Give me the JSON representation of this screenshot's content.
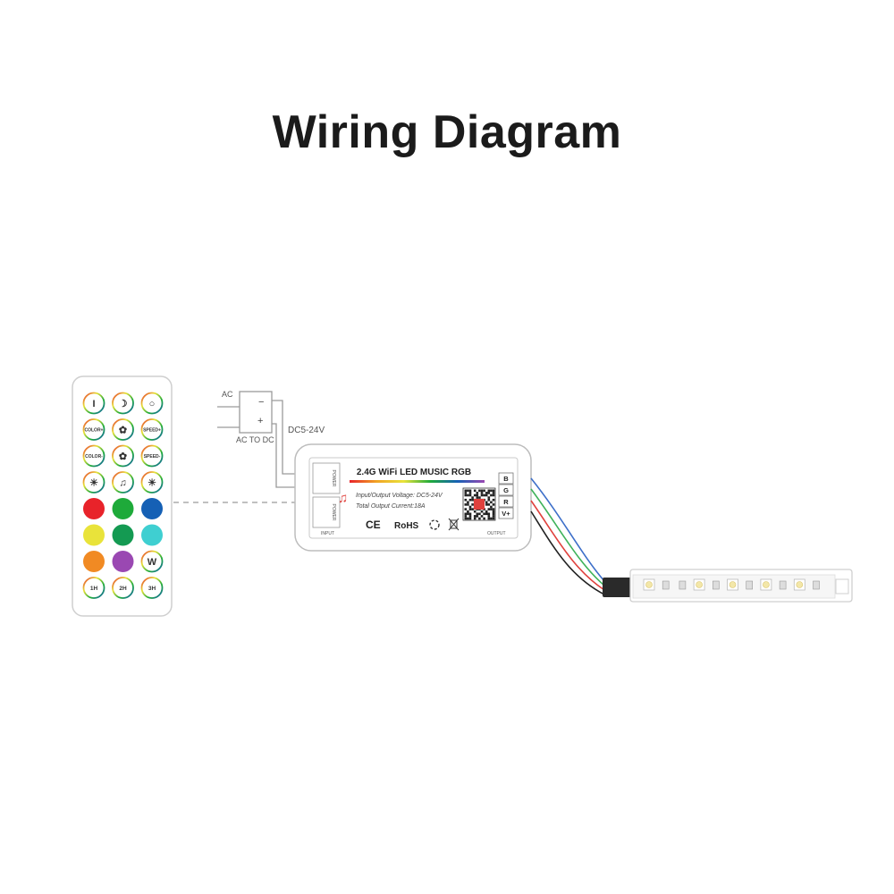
{
  "title": "Wiring Diagram",
  "adapter": {
    "ac_label": "AC",
    "minus": "−",
    "plus": "+",
    "caption": "AC TO DC",
    "voltage_label": "DC5-24V"
  },
  "controller": {
    "name": "2.4G WiFi LED MUSIC RGB",
    "spec_voltage": "Input/Output Voltage: DC5-24V",
    "spec_current": "Total Output Current:18A",
    "cert_ce": "CE",
    "cert_rohs": "RoHS",
    "input_label": "INPUT",
    "output_label": "OUTPUT",
    "power_label": "POWER",
    "output_pins": [
      "B",
      "G",
      "R",
      "V+"
    ]
  },
  "remote": {
    "rows": [
      [
        {
          "label": "I",
          "kind": "ring"
        },
        {
          "label": "☽",
          "kind": "ring"
        },
        {
          "label": "○",
          "kind": "ring"
        }
      ],
      [
        {
          "label": "COLOR+",
          "kind": "ring"
        },
        {
          "label": "✿",
          "kind": "ring"
        },
        {
          "label": "SPEED+",
          "kind": "ring"
        }
      ],
      [
        {
          "label": "COLOR-",
          "kind": "ring"
        },
        {
          "label": "✿",
          "kind": "ring"
        },
        {
          "label": "SPEED-",
          "kind": "ring"
        }
      ],
      [
        {
          "label": "☀",
          "kind": "ring"
        },
        {
          "label": "♫",
          "kind": "ring"
        },
        {
          "label": "☀",
          "kind": "ring"
        }
      ],
      [
        {
          "label": "",
          "kind": "fill",
          "color": "#e8232a"
        },
        {
          "label": "",
          "kind": "fill",
          "color": "#1eaa3a"
        },
        {
          "label": "",
          "kind": "fill",
          "color": "#1560b5"
        }
      ],
      [
        {
          "label": "",
          "kind": "fill",
          "color": "#e9e33a"
        },
        {
          "label": "",
          "kind": "fill",
          "color": "#149a52"
        },
        {
          "label": "",
          "kind": "fill",
          "color": "#3fcfd1"
        }
      ],
      [
        {
          "label": "",
          "kind": "fill",
          "color": "#f18a23"
        },
        {
          "label": "",
          "kind": "fill",
          "color": "#9a48b2"
        },
        {
          "label": "W",
          "kind": "ring"
        }
      ],
      [
        {
          "label": "1H",
          "kind": "ring"
        },
        {
          "label": "2H",
          "kind": "ring"
        },
        {
          "label": "3H",
          "kind": "ring"
        }
      ]
    ]
  },
  "colors": {
    "wire_blue": "#3d6fc9",
    "wire_green": "#3fb25a",
    "wire_red": "#e0413d",
    "wire_black": "#222222",
    "outline": "#b9b9b9"
  }
}
